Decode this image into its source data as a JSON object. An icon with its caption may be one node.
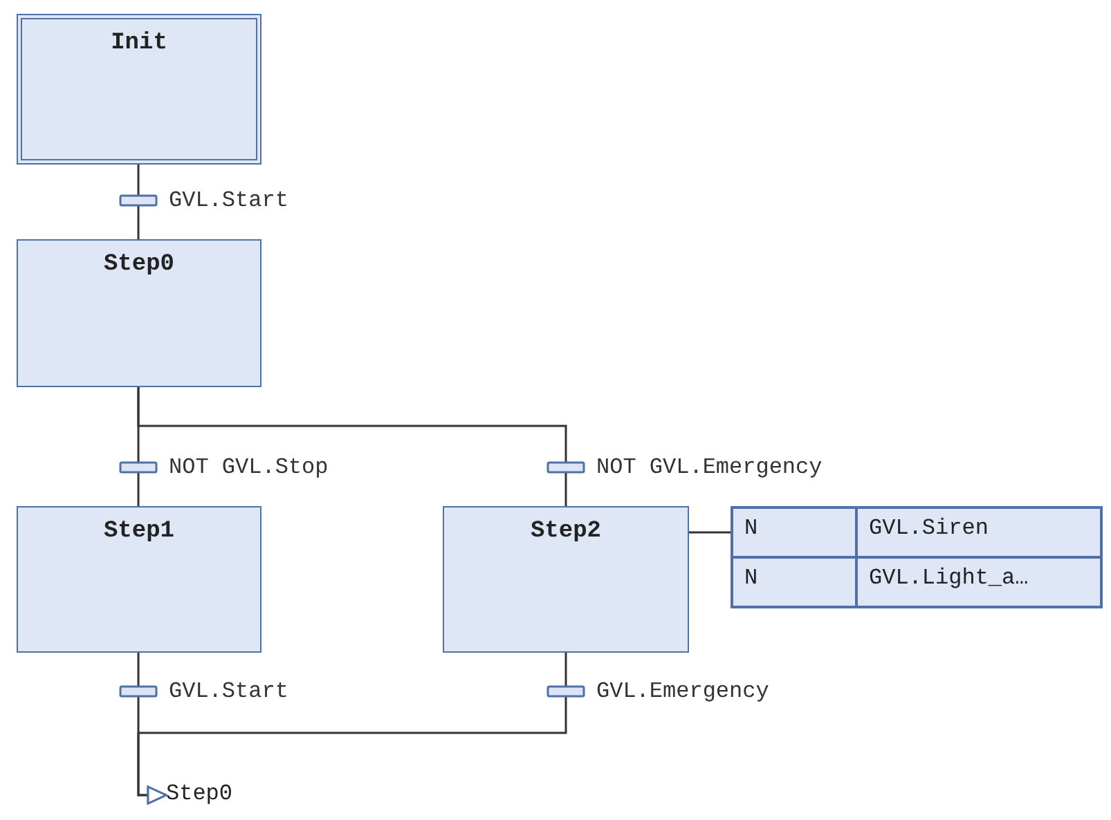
{
  "diagram": {
    "nodes": [
      {
        "text": [
          "Init"
        ]
      },
      {
        "text": [
          "Step0"
        ]
      },
      {
        "text": [
          "Step1"
        ]
      },
      {
        "text": [
          "Step2"
        ]
      },
      {
        "text": [
          "N",
          "GVL.Siren",
          "N",
          "GVL.Light_a…"
        ]
      },
      {
        "text": [
          "Step0"
        ]
      }
    ],
    "edges": [
      {
        "from": 0,
        "to": 1,
        "arrow": "none",
        "label": "GVL.Start"
      },
      {
        "from": 1,
        "to": 2,
        "arrow": "none",
        "label": "NOT GVL.Stop"
      },
      {
        "from": 1,
        "to": 3,
        "arrow": "none",
        "label": "NOT GVL.Emergency"
      },
      {
        "from": 2,
        "to": 5,
        "arrow": "to",
        "label": "GVL.Start"
      },
      {
        "from": 3,
        "to": 5,
        "arrow": "to",
        "label": "GVL.Emergency"
      },
      {
        "from": 3,
        "to": 4,
        "arrow": "none"
      }
    ]
  }
}
